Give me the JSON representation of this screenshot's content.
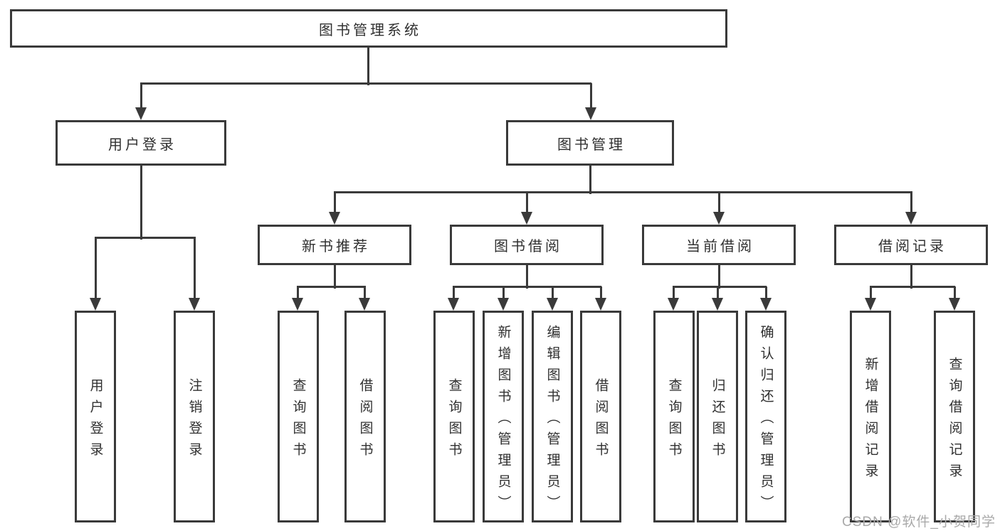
{
  "colors": {
    "stroke": "#3a3a3a",
    "text": "#303030",
    "background": "#ffffff",
    "watermark": "#a9a9a9"
  },
  "watermark": {
    "text": "CSDN @软件_小贺同学"
  },
  "tree": {
    "label": "图书管理系统",
    "children": [
      {
        "label": "用户登录",
        "children": [
          {
            "label": "用户登录"
          },
          {
            "label": "注销登录"
          }
        ]
      },
      {
        "label": "图书管理",
        "children": [
          {
            "label": "新书推荐",
            "children": [
              {
                "label": "查询图书"
              },
              {
                "label": "借阅图书"
              }
            ]
          },
          {
            "label": "图书借阅",
            "children": [
              {
                "label": "查询图书"
              },
              {
                "label": "新增图书（管理员）"
              },
              {
                "label": "编辑图书（管理员）"
              },
              {
                "label": "借阅图书"
              }
            ]
          },
          {
            "label": "当前借阅",
            "children": [
              {
                "label": "查询图书"
              },
              {
                "label": "归还图书"
              },
              {
                "label": "确认归还（管理员）"
              }
            ]
          },
          {
            "label": "借阅记录",
            "children": [
              {
                "label": "新增借阅记录"
              },
              {
                "label": "查询借阅记录"
              }
            ]
          }
        ]
      }
    ]
  }
}
